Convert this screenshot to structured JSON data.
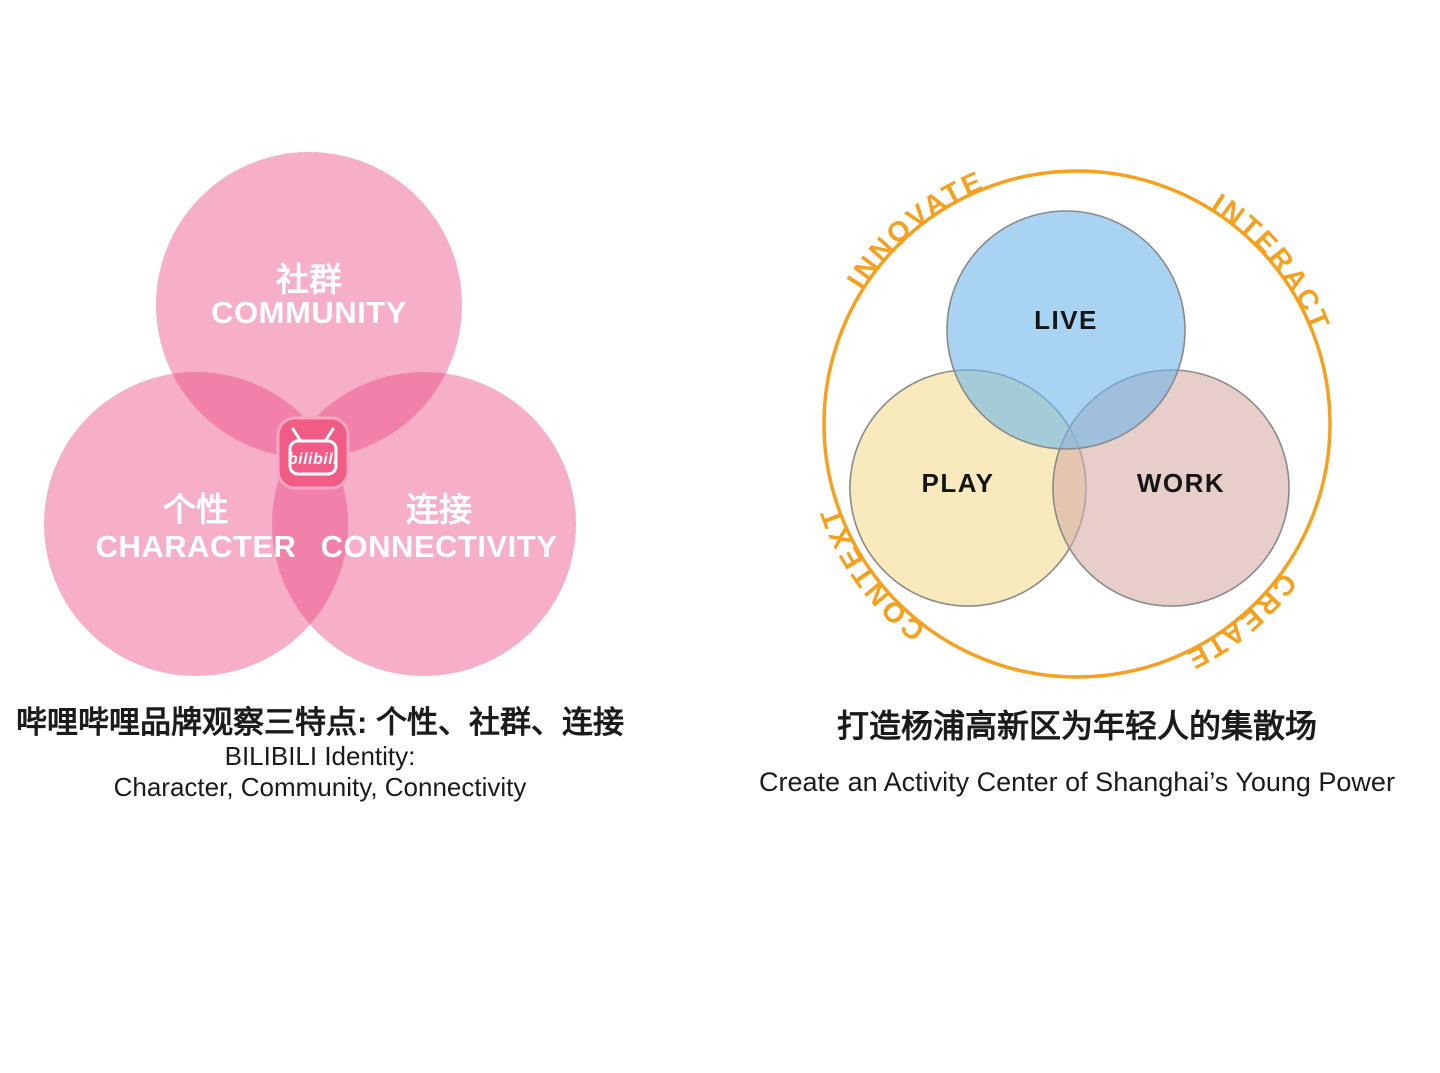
{
  "left_diagram": {
    "circle_color": "#EC4B87",
    "label_color": "#FFFFFF",
    "circles": [
      {
        "zh": "社群",
        "en": "COMMUNITY"
      },
      {
        "zh": "个性",
        "en": "CHARACTER"
      },
      {
        "zh": "连接",
        "en": "CONNECTIVITY"
      }
    ],
    "app_icon": {
      "name": "bilibili",
      "logo_text": "bilibili",
      "color": "#F15C87"
    },
    "caption": {
      "zh": "哔哩哔哩品牌观察三特点: 个性、社群、连接",
      "en1": "BILIBILI Identity:",
      "en2": "Character, Community, Connectivity"
    }
  },
  "right_diagram": {
    "ring_color": "#F5A01E",
    "ring_labels": {
      "top_left": "INNOVATE",
      "top_right": "INTERACT",
      "bottom_right": "CREATE",
      "bottom_left": "CONTEXT"
    },
    "circles": [
      {
        "label": "LIVE",
        "color": "#6EB6E9"
      },
      {
        "label": "PLAY",
        "color": "#F4DC8F"
      },
      {
        "label": "WORK",
        "color": "#D9ADA8"
      }
    ],
    "caption": {
      "zh": "打造杨浦高新区为年轻人的集散场",
      "en": "Create an Activity Center of Shanghai’s Young Power"
    }
  }
}
